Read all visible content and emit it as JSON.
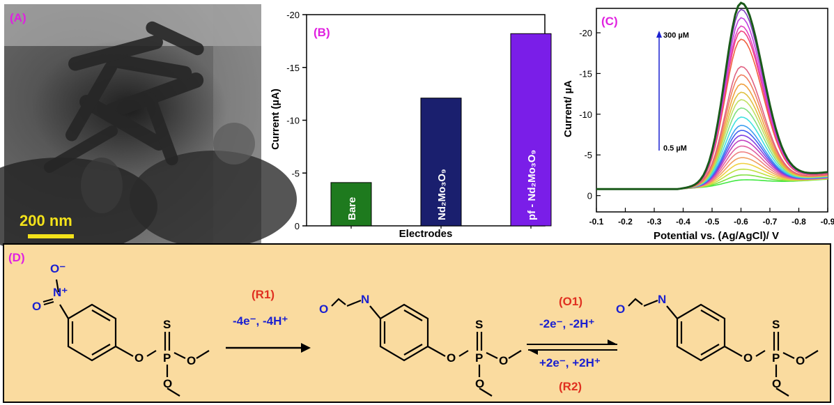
{
  "panels": {
    "a": "(A)",
    "b": "(B)",
    "c": "(C)",
    "d": "(D)"
  },
  "tem": {
    "scale_label": "200 nm"
  },
  "colors": {
    "bare": "#1e7a1e",
    "nd": "#1a1f6e",
    "pf": "#7a1ee8",
    "scheme_bg": "#fadb9f",
    "label_pink": "#e020e0",
    "reaction_red": "#e03020",
    "reaction_blue": "#1a20d0",
    "scale_yellow": "#f3e21a"
  },
  "chart_data": [
    {
      "type": "bar",
      "ylabel": "Current (µA)",
      "xlabel": "Electrodes",
      "categories": [
        "Bare",
        "Nd₂Mo₃O₉",
        "pf - Nd₂Mo₃O₉"
      ],
      "values": [
        -4.1,
        -12.1,
        -18.2
      ],
      "ylim": [
        0,
        -20
      ],
      "yticks": [
        "-20",
        "-15",
        "-10",
        "-5",
        "0"
      ],
      "grid": false
    },
    {
      "type": "line",
      "ylabel": "Current/ µA",
      "xlabel": "Potential vs. (Ag/AgCl)/ V",
      "xticks": [
        "-0.1",
        "-0.2",
        "-0.3",
        "-0.4",
        "-0.5",
        "-0.6",
        "-0.7",
        "-0.8",
        "-0.9"
      ],
      "yticks": [
        "-20",
        "-15",
        "-10",
        "-5",
        "0"
      ],
      "xlim": [
        -0.1,
        -0.9
      ],
      "ylim": [
        2,
        -23
      ],
      "annotation_top": "300 µM",
      "annotation_bottom": "0.5 µM",
      "peak_potential": -0.6,
      "series_peaks": [
        0.6,
        1.2,
        1.9,
        2.6,
        3.3,
        4.0,
        4.7,
        5.4,
        6.0,
        6.6,
        7.2,
        8.2,
        9.3,
        10.3,
        11.2,
        12.2,
        13.3,
        14.3,
        17.6,
        18.6,
        19.2,
        20.2,
        21.2,
        22.0
      ],
      "series_colors": [
        "#40e840",
        "#80e040",
        "#c0e040",
        "#f0d040",
        "#f0a060",
        "#f08080",
        "#e060a0",
        "#c040c0",
        "#8040e0",
        "#4060f0",
        "#40a0f0",
        "#40e0e0",
        "#80e080",
        "#c0e060",
        "#e0c040",
        "#f0a040",
        "#f08060",
        "#e06080",
        "#f06040",
        "#f04080",
        "#e040c0",
        "#c040e0",
        "#8040c0",
        "#1a5a1a"
      ]
    }
  ],
  "scheme": {
    "r1": "(R1)",
    "r1_cond": "-4e⁻, -4H⁺",
    "o1": "(O1)",
    "o1_cond": "-2e⁻, -2H⁺",
    "r2_cond": "+2e⁻, +2H⁺",
    "r2": "(R2)",
    "atoms": {
      "o_minus": "O⁻",
      "n_plus": "N⁺",
      "o": "O",
      "n": "N",
      "s": "S",
      "p": "P"
    }
  }
}
